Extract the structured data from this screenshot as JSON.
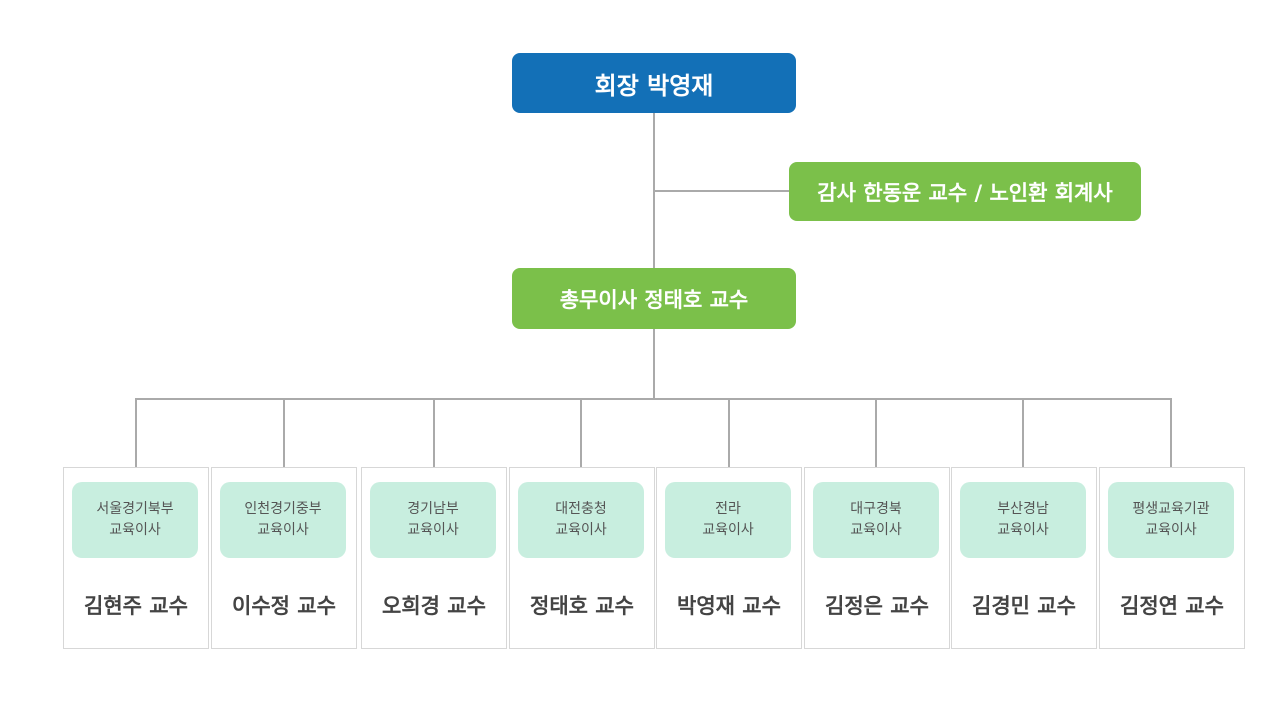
{
  "president": "회장 박영재",
  "auditor": "감사 한동운 교수 / 노인환 회계사",
  "general_secretary": "총무이사 정태호 교수",
  "members": [
    {
      "region_line1": "서울경기북부",
      "region_line2": "교육이사",
      "name": "김현주 교수"
    },
    {
      "region_line1": "인천경기중부",
      "region_line2": "교육이사",
      "name": "이수정 교수"
    },
    {
      "region_line1": "경기남부",
      "region_line2": "교육이사",
      "name": "오희경 교수"
    },
    {
      "region_line1": "대전충청",
      "region_line2": "교육이사",
      "name": "정태호 교수"
    },
    {
      "region_line1": "전라",
      "region_line2": "교육이사",
      "name": "박영재 교수"
    },
    {
      "region_line1": "대구경북",
      "region_line2": "교육이사",
      "name": "김정은 교수"
    },
    {
      "region_line1": "부산경남",
      "region_line2": "교육이사",
      "name": "김경민 교수"
    },
    {
      "region_line1": "평생교육기관",
      "region_line2": "교육이사",
      "name": "김정연 교수"
    }
  ],
  "colors": {
    "president_box": "#1370b7",
    "officer_box": "#7bc04a",
    "region_tag": "#c8eedf",
    "connector": "#aaaaaa"
  }
}
